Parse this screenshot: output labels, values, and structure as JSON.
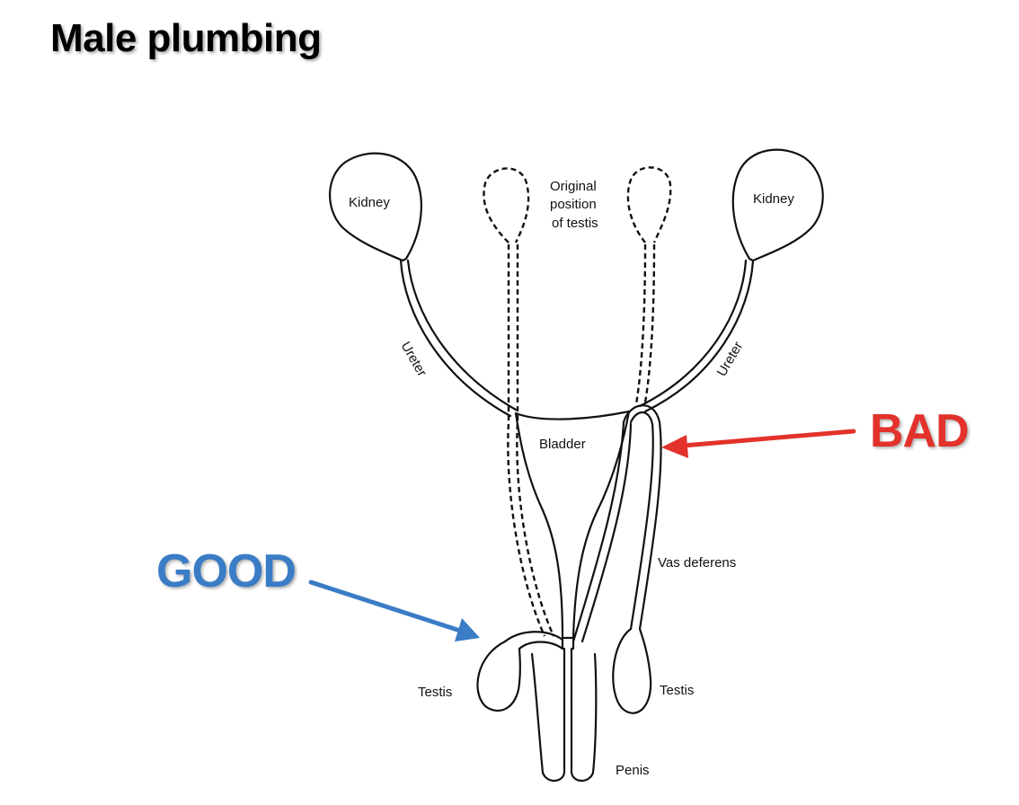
{
  "title": "Male plumbing",
  "callouts": {
    "bad": {
      "label": "BAD",
      "color": "#e2322b"
    },
    "good": {
      "label": "GOOD",
      "color": "#3a7cc5"
    }
  },
  "labels": {
    "kidney_left": "Kidney",
    "kidney_right": "Kidney",
    "original_line1": "Original",
    "original_line2": "position",
    "original_line3": "of testis",
    "ureter_left": "Ureter",
    "ureter_right": "Ureter",
    "bladder": "Bladder",
    "vas_deferens": "Vas deferens",
    "testis_left": "Testis",
    "testis_right": "Testis",
    "penis": "Penis"
  }
}
